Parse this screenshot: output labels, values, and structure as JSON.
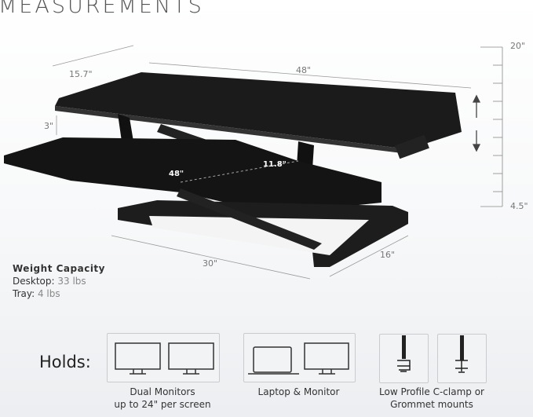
{
  "title": "MEASUREMENTS",
  "dimensions": {
    "depth": "15.7\"",
    "width": "48\"",
    "riser_gap": "3\"",
    "tray_width": "48\"",
    "tray_depth": "11.8\"",
    "base_width": "30\"",
    "base_depth": "16\"",
    "height_max": "20\"",
    "height_min": "4.5\""
  },
  "weight_capacity": {
    "heading": "Weight Capacity",
    "desktop_label": "Desktop:",
    "desktop_value": "33 lbs",
    "tray_label": "Tray:",
    "tray_value": "4 lbs"
  },
  "holds": {
    "label": "Holds:",
    "items": [
      {
        "icon": "dual-monitor-icon",
        "caption_line1": "Dual Monitors",
        "caption_line2": "up to 24\" per screen"
      },
      {
        "icon": "laptop-monitor-icon",
        "caption_line1": "Laptop & Monitor",
        "caption_line2": ""
      },
      {
        "icon": "clamp-grommet-icon",
        "caption_line1": "Low Profile C-clamp or",
        "caption_line2": "Grommet mounts"
      }
    ]
  }
}
